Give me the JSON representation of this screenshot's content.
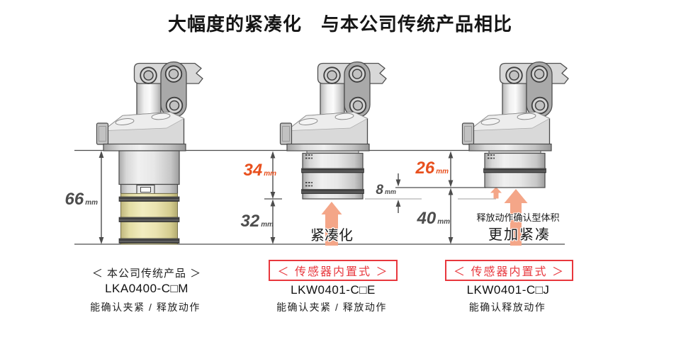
{
  "title": "大幅度的紧凑化　与本公司传统产品相比",
  "colors": {
    "accent_red": "#e8373d",
    "accent_orange": "#e8501e",
    "dim_gray": "#4d4d4d",
    "arrow_orange": "#f4a688",
    "body_yellow": "#ece5b2",
    "body_gray": "#d9d9d9"
  },
  "dims": {
    "d66": {
      "value": "66",
      "unit": "mm"
    },
    "d34": {
      "value": "34",
      "unit": "mm"
    },
    "d32": {
      "value": "32",
      "unit": "mm"
    },
    "d8": {
      "value": "8",
      "unit": "mm"
    },
    "d26": {
      "value": "26",
      "unit": "mm"
    },
    "d40": {
      "value": "40",
      "unit": "mm"
    }
  },
  "annotations": {
    "compact": "紧凑化",
    "release_volume": "释放动作确认型体积",
    "more_compact": "更加紧凑"
  },
  "products": [
    {
      "label": "＜ 本公司传统产品 ＞",
      "model": "LKA0400-C□M",
      "description": "能确认夹紧 / 释放动作",
      "boxed": false
    },
    {
      "label": "＜ 传感器内置式 ＞",
      "model": "LKW0401-C□E",
      "description": "能确认夹紧 / 释放动作",
      "boxed": true
    },
    {
      "label": "＜ 传感器内置式 ＞",
      "model": "LKW0401-C□J",
      "description": "能确认释放动作",
      "boxed": true
    }
  ]
}
